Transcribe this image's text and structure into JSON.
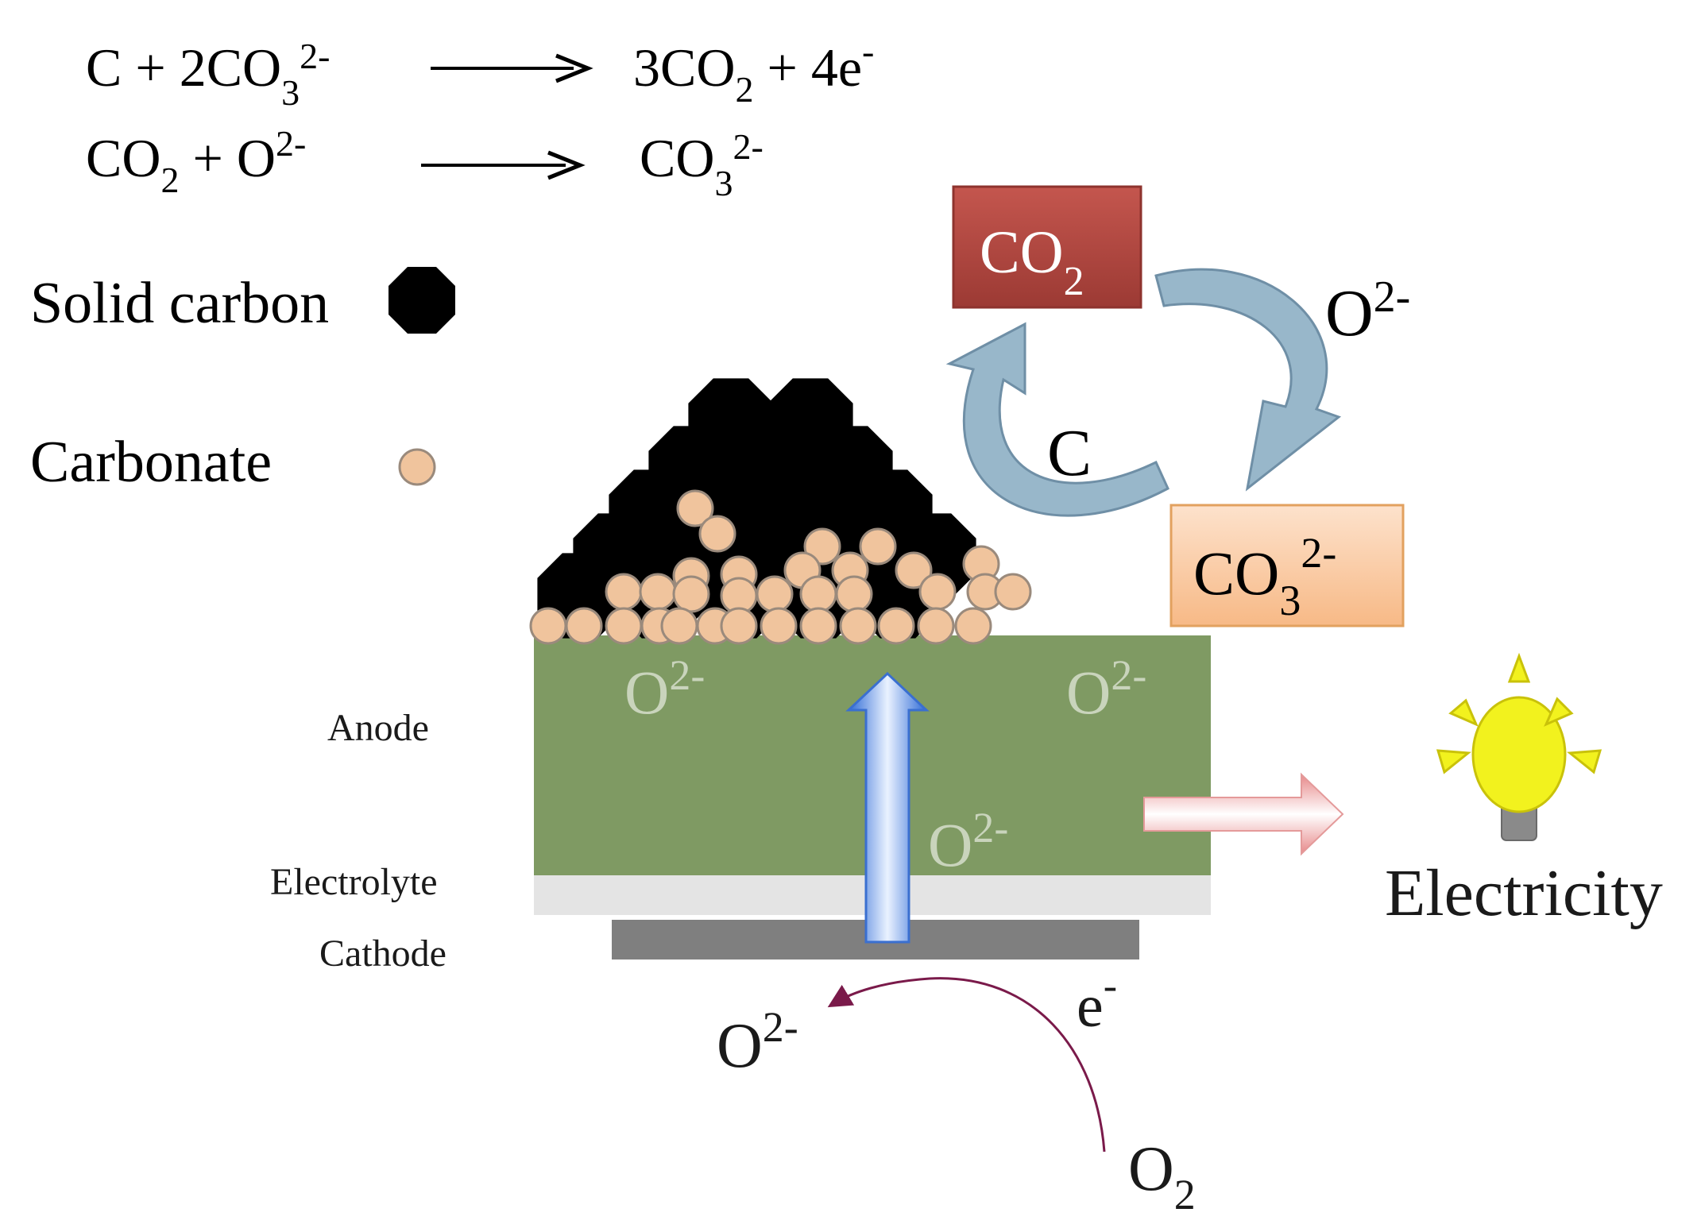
{
  "equations": [
    {
      "lhs_a": "C + 2CO",
      "lhs_sub": "3",
      "lhs_sup": "2-",
      "rhs_a": "3CO",
      "rhs_sub": "2",
      "rhs_b": " + 4e",
      "rhs_sup": "-"
    },
    {
      "lhs_a": "CO",
      "lhs_sub": "2",
      "lhs_b": " + O",
      "lhs_sup": "2-",
      "rhs_a": "CO",
      "rhs_sub": "3",
      "rhs_sup": "2-"
    }
  ],
  "legend": {
    "solid_carbon": "Solid carbon",
    "carbonate": "Carbonate"
  },
  "cycle": {
    "co2_main": "CO",
    "co2_sub": "2",
    "o2_main": "O",
    "o2_sup": "2-",
    "c_label": "C",
    "co3_main": "CO",
    "co3_sub": "3",
    "co3_sup": "2-"
  },
  "layers": {
    "anode": "Anode",
    "electrolyte": "Electrolyte",
    "cathode": "Cathode"
  },
  "ions": {
    "o_main": "O",
    "o_sup": "2-",
    "e_main": "e",
    "e_sup": "-",
    "o2_gas_main": "O",
    "o2_gas_sub": "2"
  },
  "output": {
    "electricity": "Electricity"
  },
  "colors": {
    "anode": "#7f9a63",
    "electrolyte": "#e4e4e4",
    "cathode": "#7f7f7f",
    "carbon": "#000000",
    "carbonate": "#f0c49d",
    "co2_box": "#b5463f",
    "co3_box": "#f8c9a0",
    "cycle_arrow": "#92b3c7",
    "bulb": "#f2f21e"
  }
}
